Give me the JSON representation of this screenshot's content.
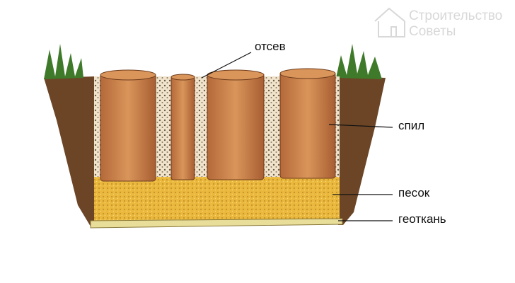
{
  "labels": {
    "screenings": "отсев",
    "cut": "спил",
    "sand": "песок",
    "geotextile": "геоткань"
  },
  "watermark": {
    "line1": "Строительство",
    "line2": "Советы"
  },
  "colors": {
    "log": "#c9824a",
    "sand": "#e8b53a",
    "soil": "#6b4526",
    "grass": "#3f7a2a"
  }
}
